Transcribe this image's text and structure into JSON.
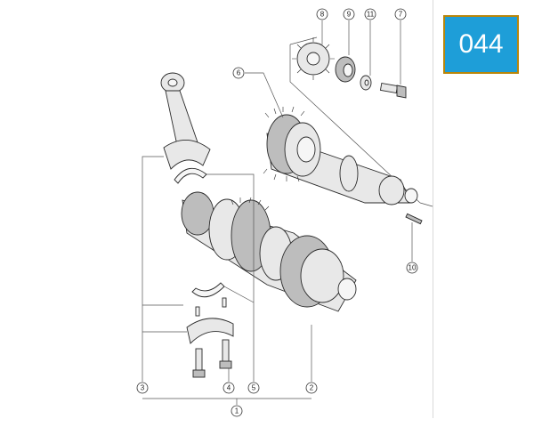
{
  "page_badge": "044",
  "callouts": {
    "c1": "1",
    "c2": "2",
    "c3": "3",
    "c4": "4",
    "c5": "5",
    "c6": "6",
    "c7": "7",
    "c8": "8",
    "c9": "9",
    "c10": "10",
    "c11": "11"
  },
  "colors": {
    "badge_bg": "#1e9ed8",
    "badge_border": "#b8860b"
  }
}
